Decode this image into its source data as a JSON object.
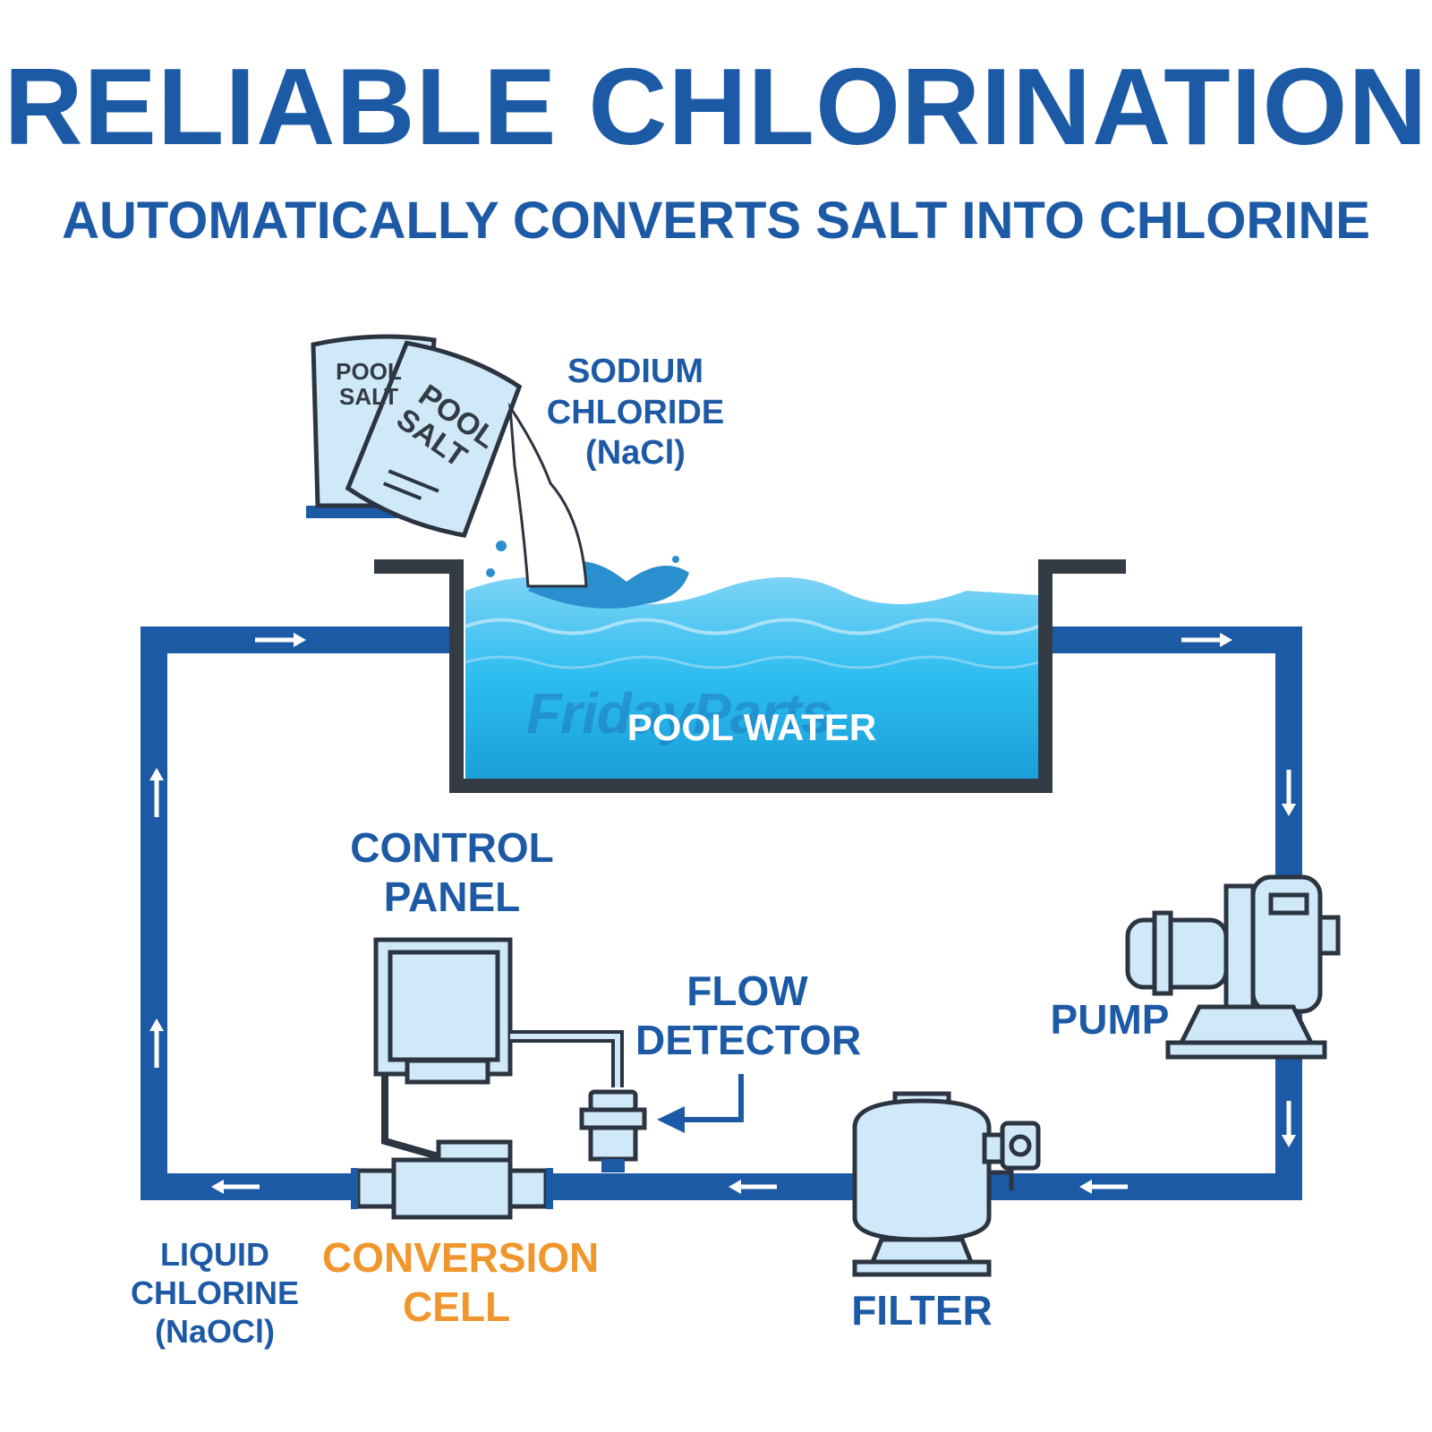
{
  "title": "RELIABLE CHLORINATION",
  "subtitle": "AUTOMATICALLY CONVERTS SALT INTO CHLORINE",
  "bags": {
    "bag1": [
      "POOL",
      "SALT"
    ],
    "bag2": [
      "POOL",
      "SALT"
    ]
  },
  "labels": {
    "sodium_chloride": [
      "SODIUM",
      "CHLORIDE",
      "(NaCl)"
    ],
    "pool_water": "POOL WATER",
    "control_panel": [
      "CONTROL",
      "PANEL"
    ],
    "flow_detector": [
      "FLOW",
      "DETECTOR"
    ],
    "pump": "PUMP",
    "filter": "FILTER",
    "conversion_cell": [
      "CONVERSION",
      "CELL"
    ],
    "liquid_chlorine": [
      "LIQUID",
      "CHLORINE",
      "(NaOCl)"
    ]
  },
  "watermark": "FridayParts",
  "colors": {
    "title": "#1d5aa6",
    "pipe": "#1d5aa6",
    "equipment_fill": "#cfe9f8",
    "water": "#29b6ea",
    "accent_orange": "#f0962c"
  },
  "icons": [
    "salt-bag-icon",
    "pump-icon",
    "filter-icon",
    "control-panel-icon",
    "flow-detector-icon",
    "conversion-cell-icon",
    "flow-arrow-icon"
  ]
}
